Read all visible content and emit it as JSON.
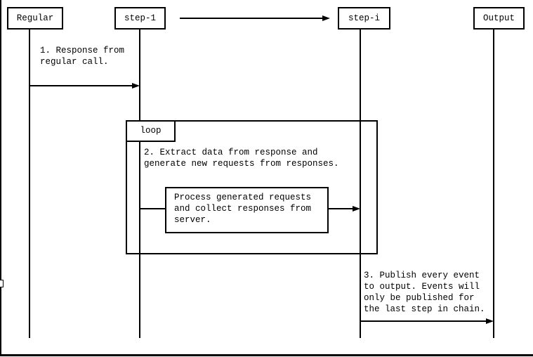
{
  "diagram_type": "sequence-diagram",
  "colors": {
    "line": "#000000",
    "background": "#ffffff",
    "text": "#000000"
  },
  "actors": [
    {
      "id": "regular",
      "label": "Regular"
    },
    {
      "id": "step-1",
      "label": "step-1"
    },
    {
      "id": "step-i",
      "label": "step-i"
    },
    {
      "id": "output",
      "label": "Output"
    }
  ],
  "messages": {
    "msg1": "1. Response from\nregular call.",
    "msg3": "3. Publish every event\nto output. Events will\nonly be published for\nthe last step in chain."
  },
  "loop": {
    "label": "loop",
    "note": "2. Extract data from response and\ngenerate new requests from responses.",
    "process": "Process generated requests\nand collect responses from\nserver."
  }
}
